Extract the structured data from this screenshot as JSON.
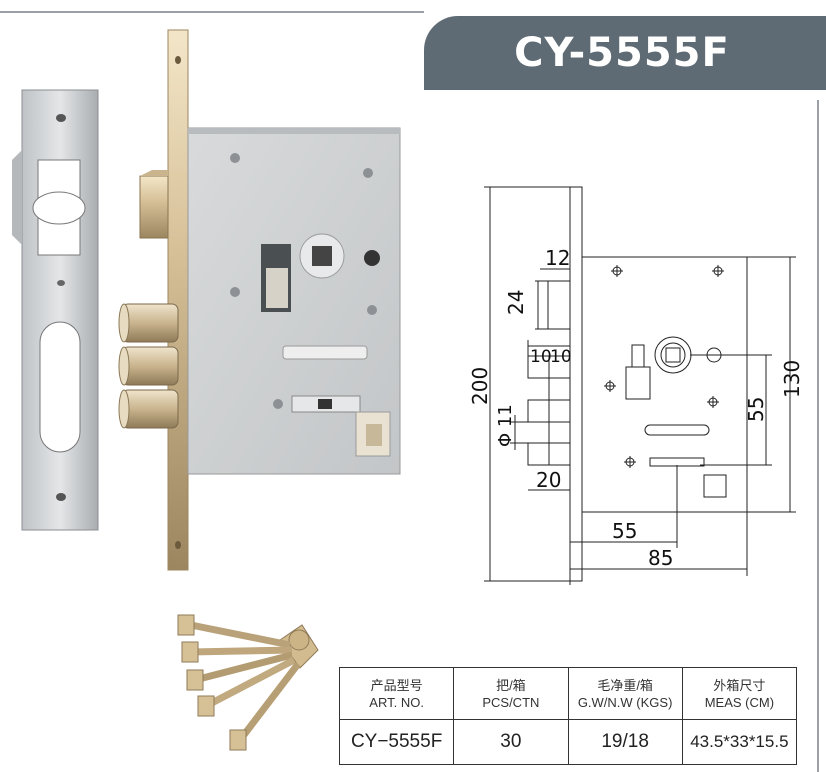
{
  "title": "CY-5555F",
  "drawing": {
    "dimensions": [
      "12",
      "24",
      "200",
      "10",
      "10",
      "Φ 11",
      "20",
      "55",
      "85",
      "55",
      "130"
    ]
  },
  "spec_table": {
    "headers": [
      {
        "zh": "产品型号",
        "en": "ART. NO."
      },
      {
        "zh": "把/箱",
        "en": "PCS/CTN"
      },
      {
        "zh": "毛净重/箱",
        "en": "G.W/N.W (KGS)"
      },
      {
        "zh": "外箱尺寸",
        "en": "MEAS (CM)"
      }
    ],
    "values": [
      "CY−5555F",
      "30",
      "19/18",
      "43.5*33*15.5"
    ]
  }
}
